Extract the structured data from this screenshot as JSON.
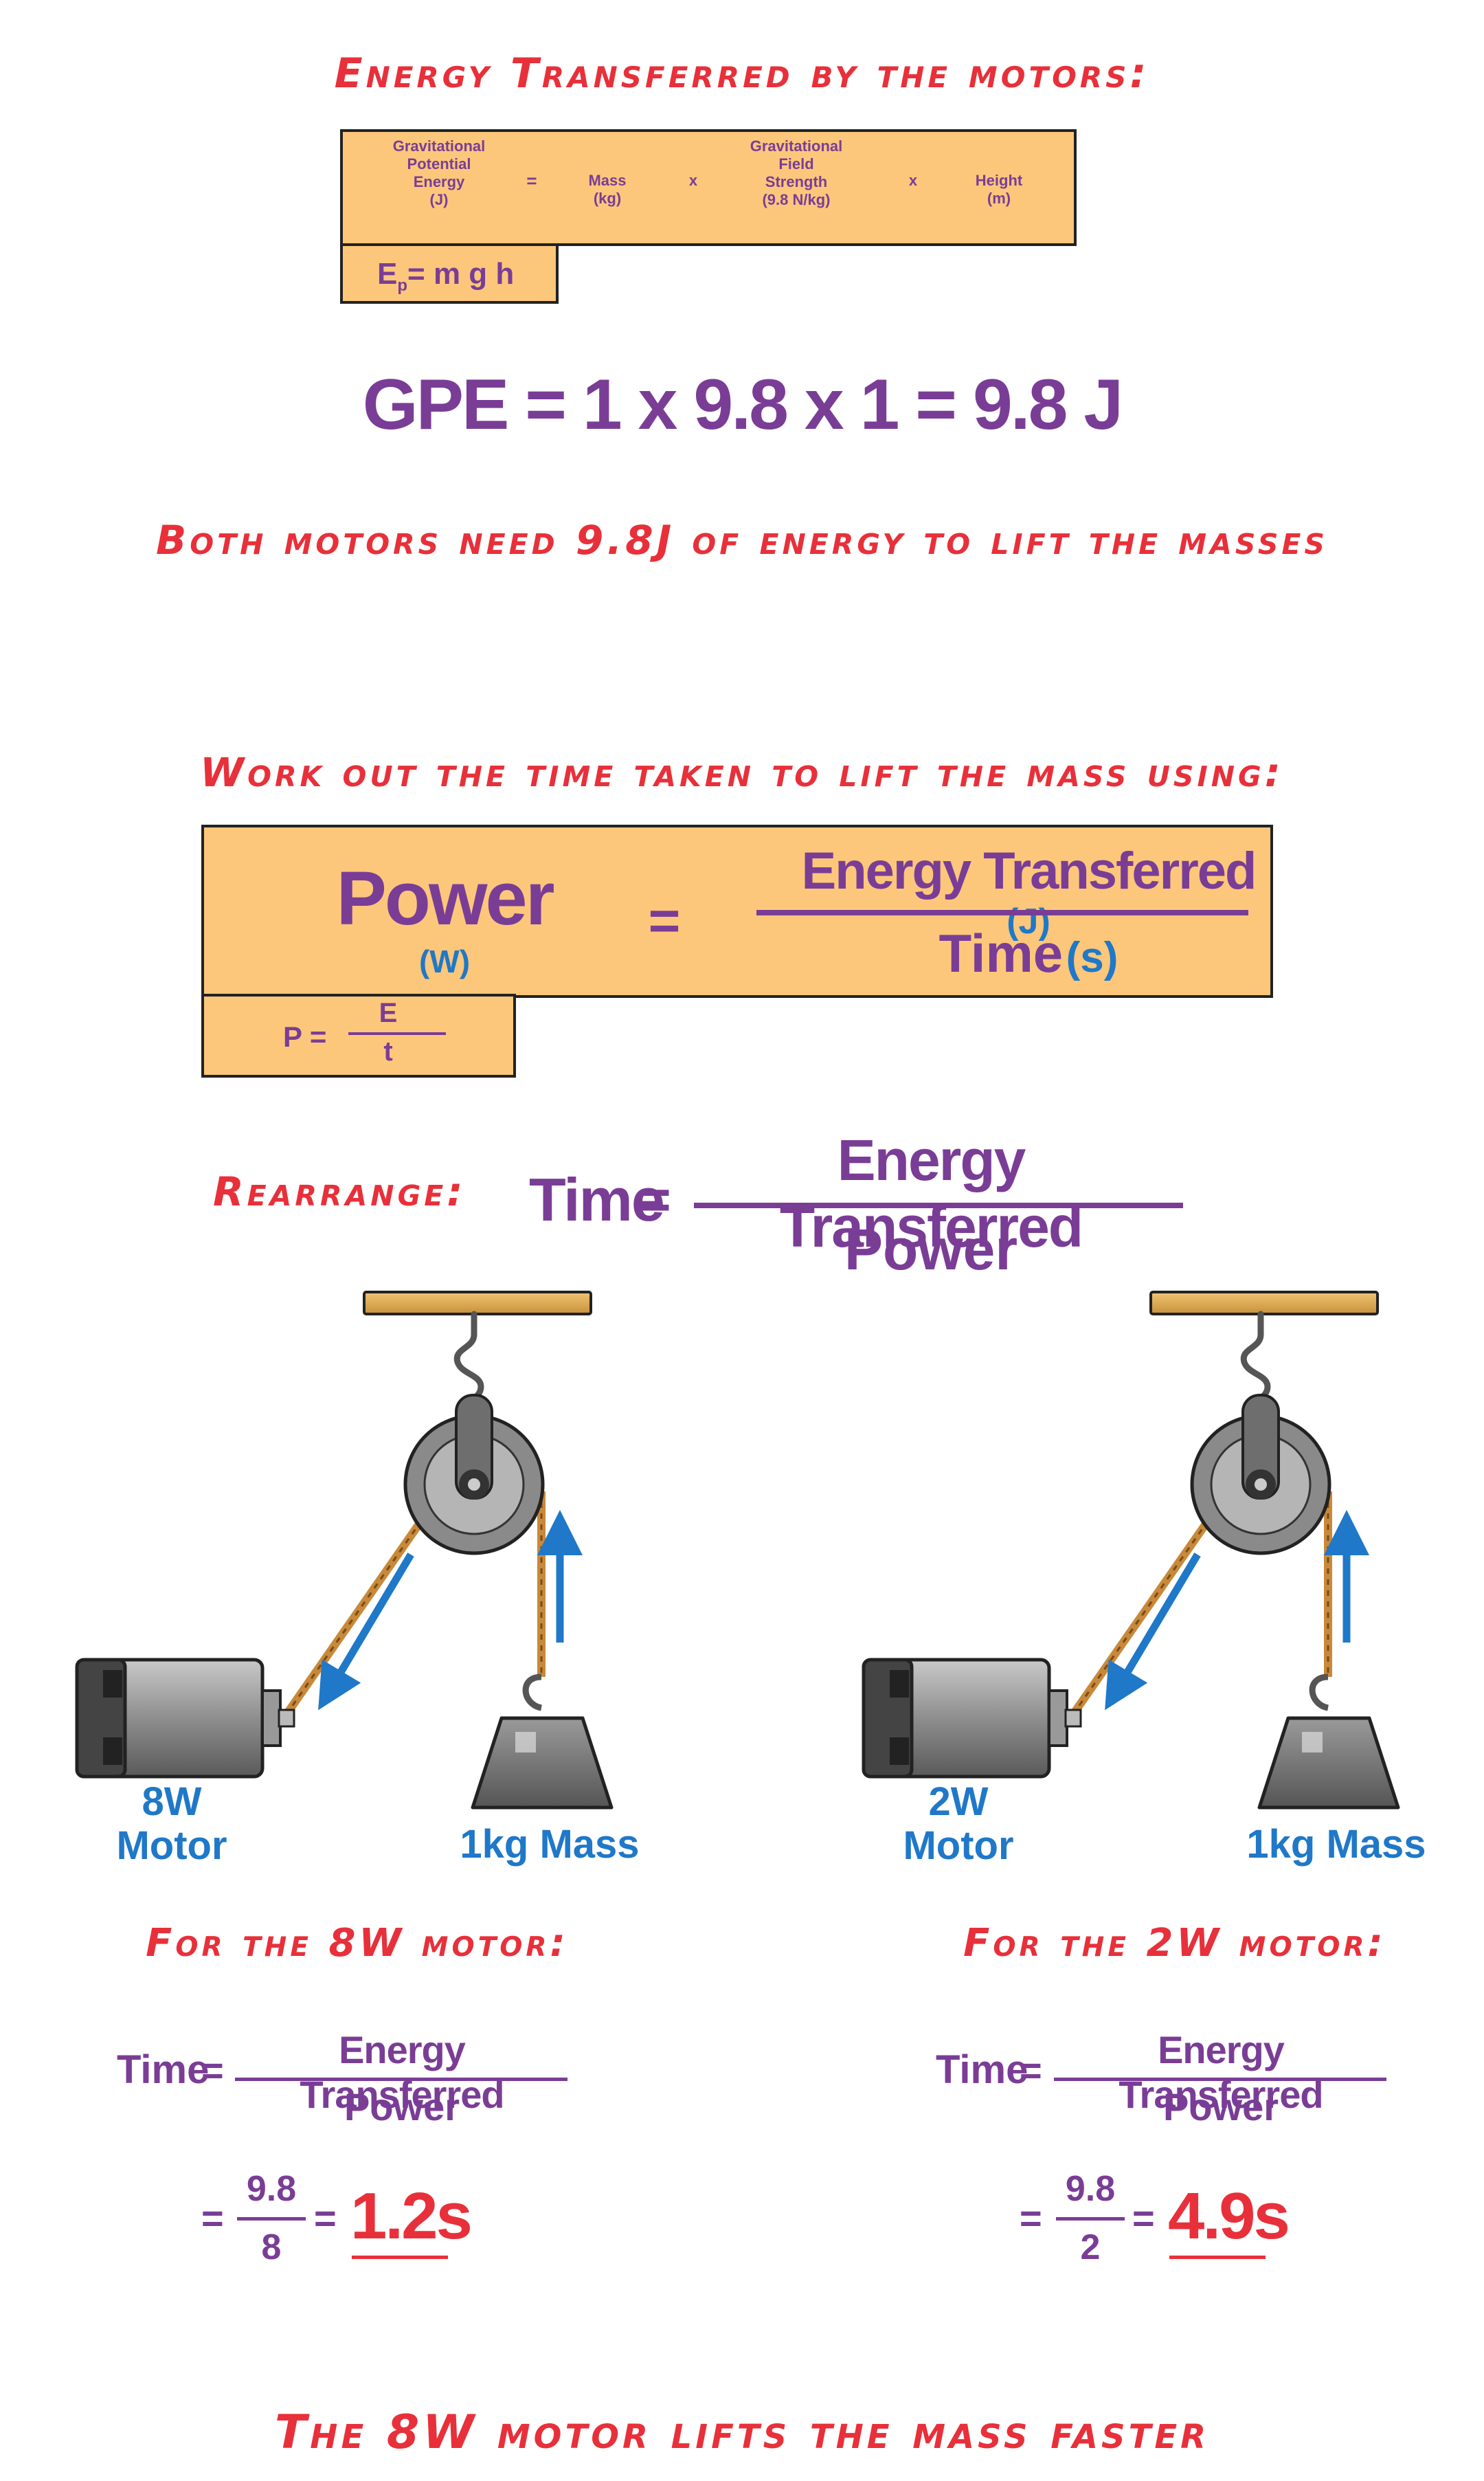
{
  "heading_energy": "Energy Transferred by the motors:",
  "gpe_table": {
    "gpe_label": [
      "Gravitational",
      "Potential",
      "Energy",
      "(J)"
    ],
    "equals": "=",
    "mass_label": [
      "Mass",
      "(kg)"
    ],
    "times1": "x",
    "field_label": [
      "Gravitational",
      "Field",
      "Strength",
      "(9.8 N/kg)"
    ],
    "times2": "x",
    "height_label": [
      "Height",
      "(m)"
    ],
    "formula_main": "E",
    "formula_sub": "p",
    "formula_rest": "= m g h"
  },
  "gpe_calc": "GPE = 1 x 9.8 x 1 = 9.8 J",
  "statement_energy": "Both motors need 9.8J of energy to lift the masses",
  "heading_time": "Work out the time taken to lift the mass using:",
  "power_box": {
    "power": "Power",
    "power_unit": "(W)",
    "equals": "=",
    "energy": "Energy Transferred",
    "energy_unit": "(J)",
    "time": "Time",
    "time_unit": "(s)",
    "formula_p": "P =",
    "formula_e": "E",
    "formula_t": "t"
  },
  "rearrange": {
    "label": "Rearrange:",
    "time": "Time",
    "equals": "=",
    "numerator": "Energy Transferred",
    "denominator": "Power"
  },
  "setup_left": {
    "motor_power": "8W",
    "motor_word": "Motor",
    "mass": "1kg Mass"
  },
  "setup_right": {
    "motor_power": "2W",
    "motor_word": "Motor",
    "mass": "1kg Mass"
  },
  "calc_left": {
    "heading": "For the 8W motor:",
    "time": "Time",
    "eq": "=",
    "numerator": "Energy Transferred",
    "denominator": "Power",
    "eq2": "=",
    "num": "9.8",
    "den": "8",
    "eq3": "=",
    "result": "1.2s"
  },
  "calc_right": {
    "heading": "For the 2W motor:",
    "time": "Time",
    "eq": "=",
    "numerator": "Energy Transferred",
    "denominator": "Power",
    "eq2": "=",
    "num": "9.8",
    "den": "2",
    "eq3": "=",
    "result": "4.9s"
  },
  "conclusion": "The 8W motor lifts the mass faster",
  "colors": {
    "heading_red": "#e8303a",
    "math_purple": "#7a3d96",
    "label_blue": "#1f78c8",
    "box_orange": "#fcc77a"
  }
}
